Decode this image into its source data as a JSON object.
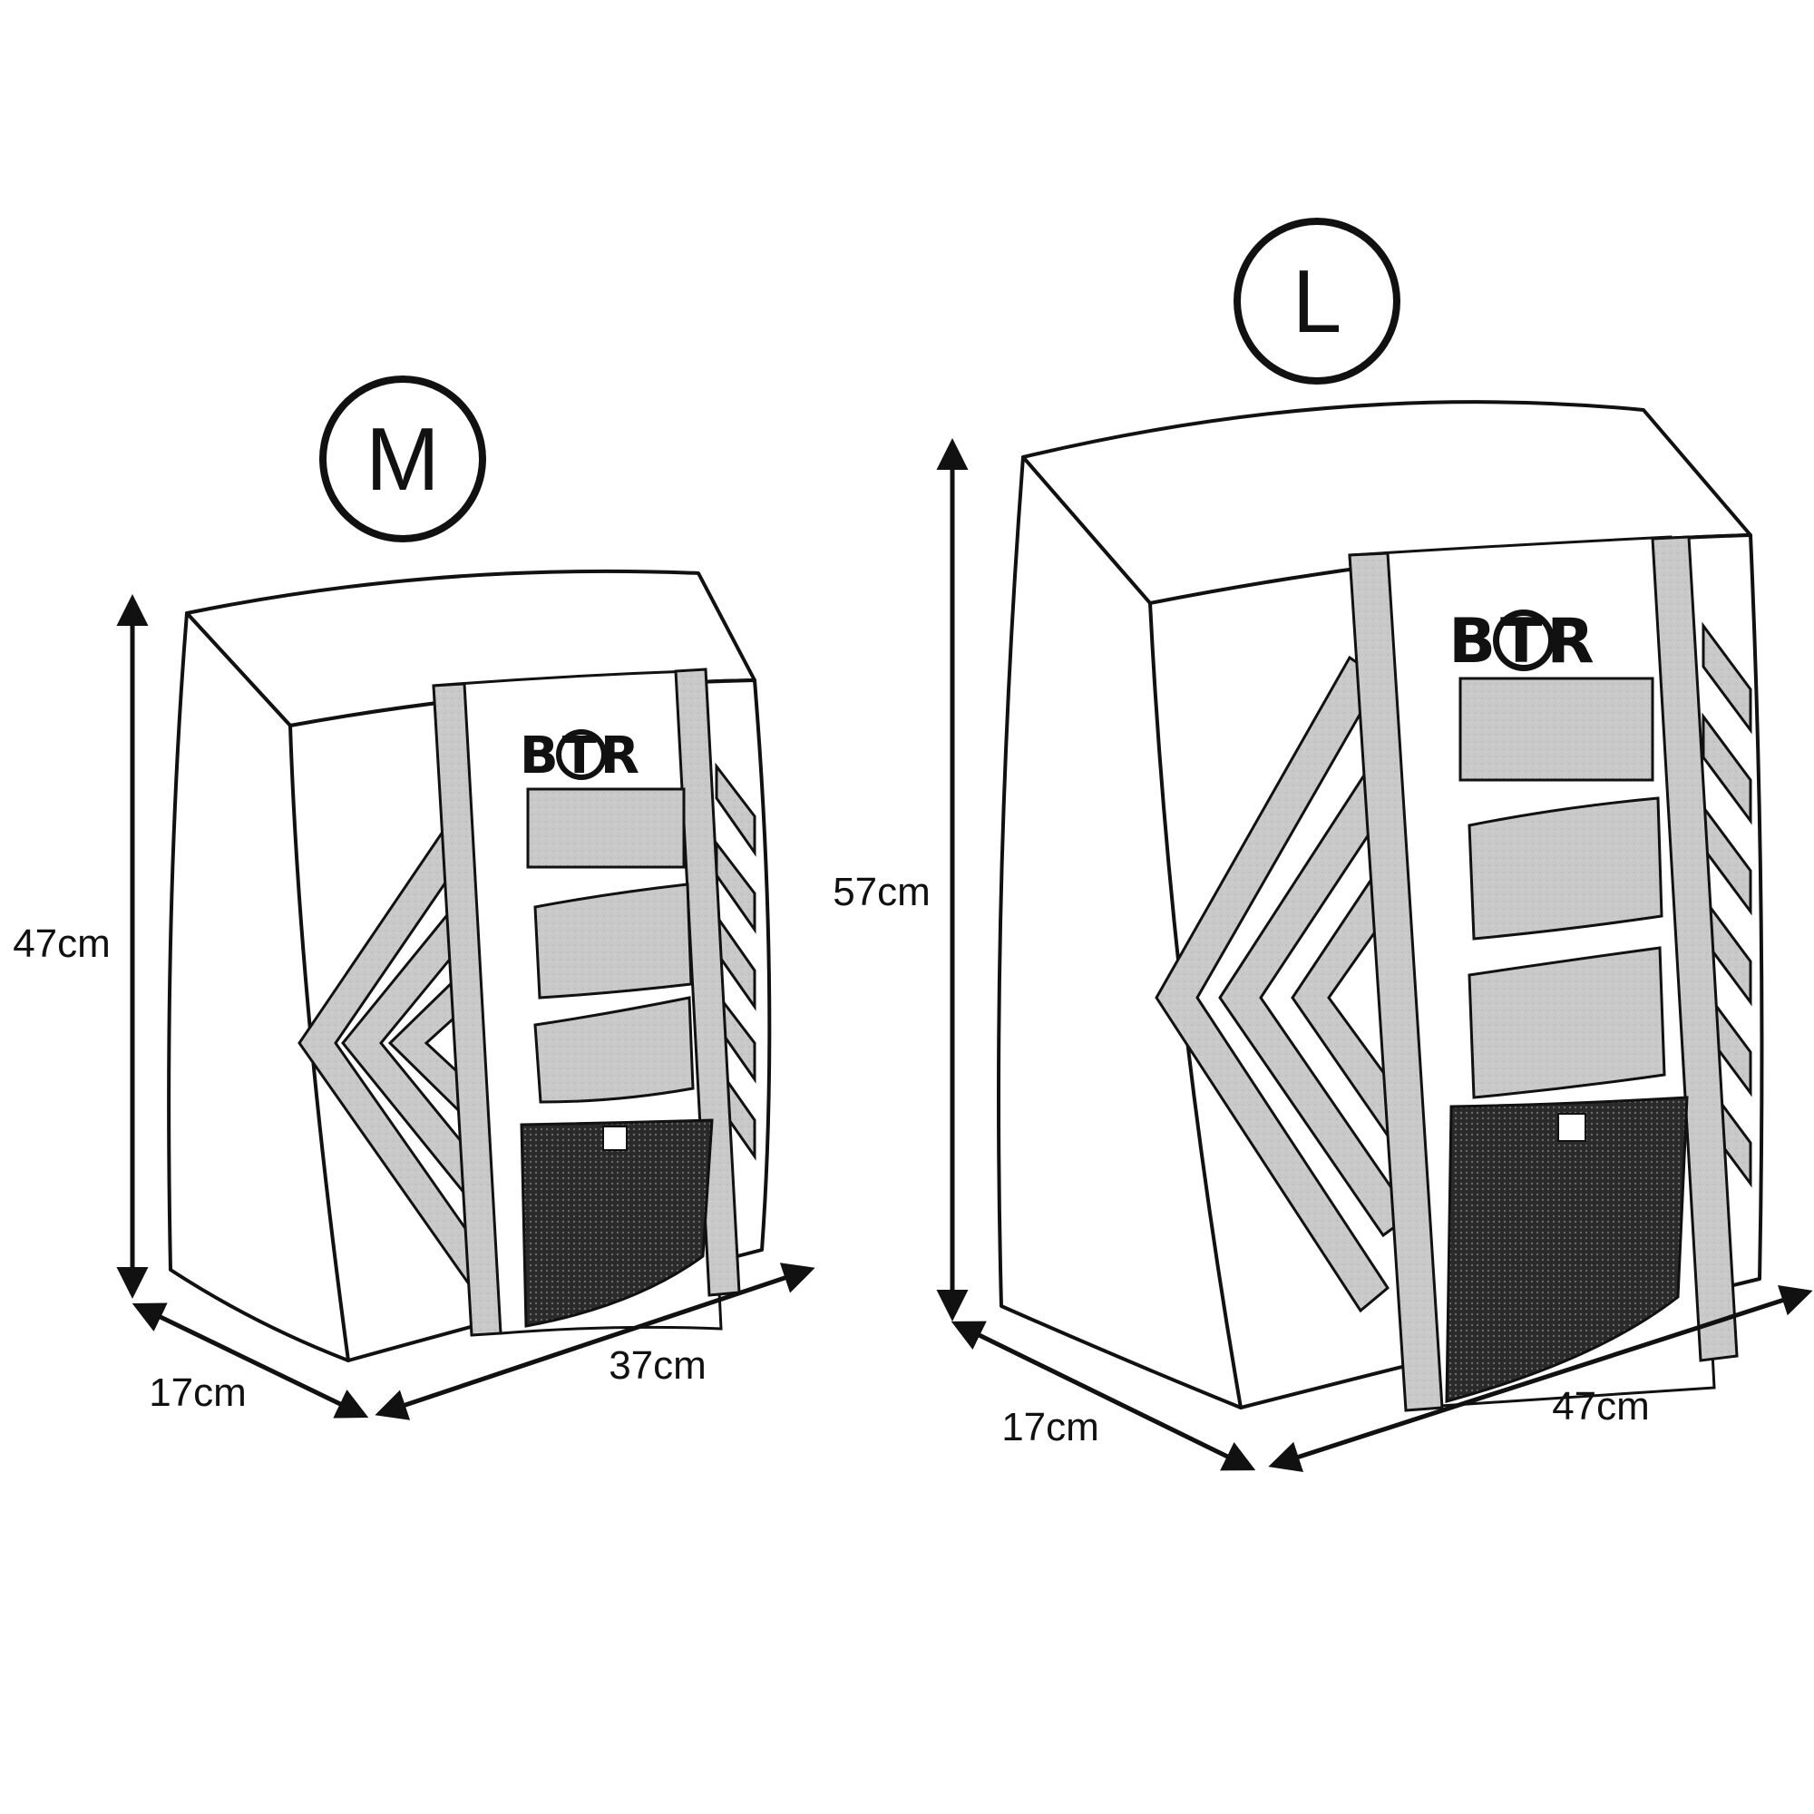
{
  "products": [
    {
      "id": "m",
      "size_label": "M",
      "logo": "BTR",
      "dimensions": {
        "height": "47cm",
        "depth": "17cm",
        "width": "37cm"
      }
    },
    {
      "id": "l",
      "size_label": "L",
      "logo": "BTR",
      "dimensions": {
        "height": "57cm",
        "depth": "17cm",
        "width": "47cm"
      }
    }
  ],
  "colors": {
    "line": "#111111",
    "reflective": "#c4c4c4",
    "mesh": "#333333",
    "background": "#ffffff"
  }
}
